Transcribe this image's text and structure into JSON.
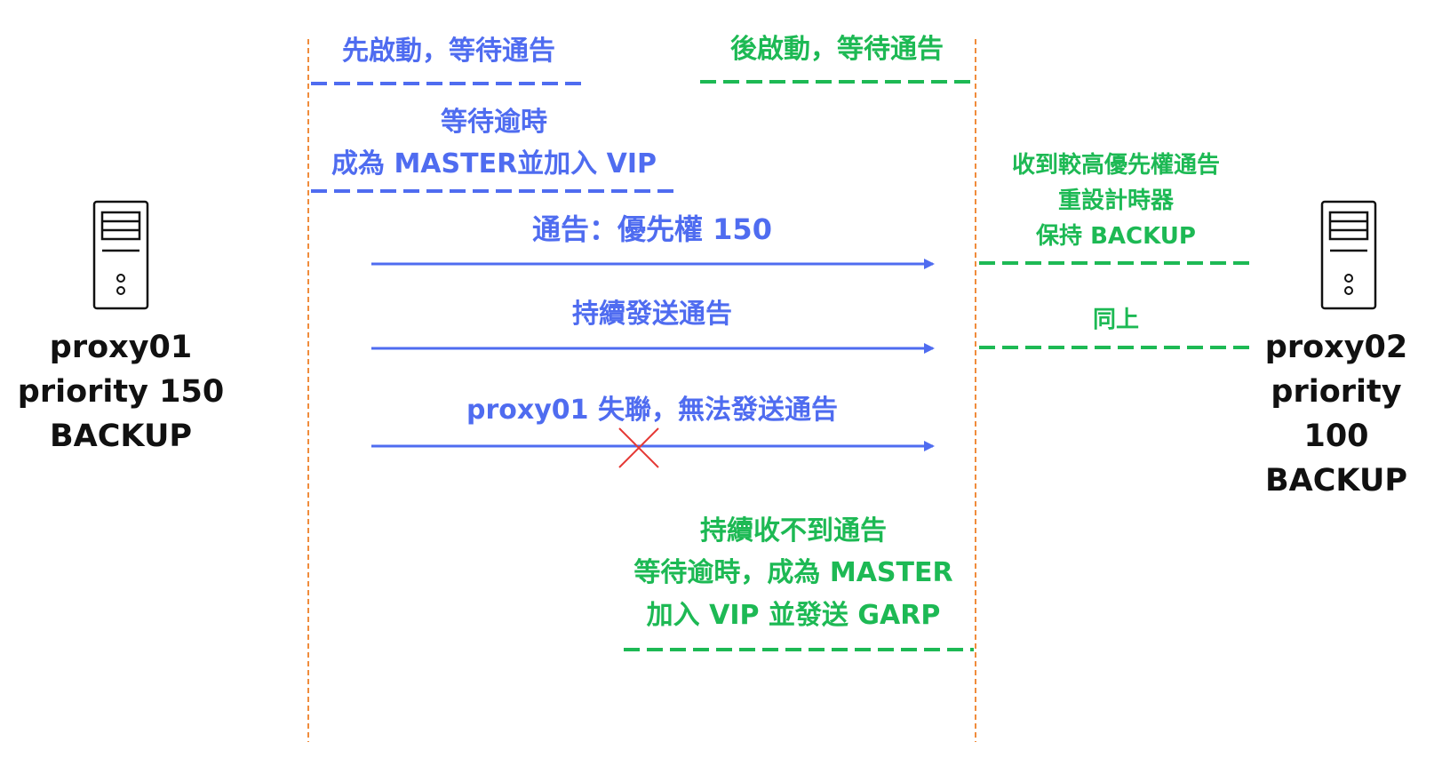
{
  "colors": {
    "blue": "#4f6cf0",
    "green": "#1db954",
    "lifeline": "#f08c3c",
    "cross": "#e53935",
    "text": "#111111"
  },
  "nodes": {
    "left": {
      "icon": "server-icon",
      "name": "proxy01",
      "priority": "priority 150",
      "state": "BACKUP"
    },
    "right": {
      "icon": "server-icon",
      "name": "proxy02",
      "priority": "priority 100",
      "state": "BACKUP"
    }
  },
  "left_notes": {
    "startup": "先啟動，等待通告",
    "timeout_1": "等待逾時",
    "timeout_2": "成為 MASTER並加入 VIP"
  },
  "right_notes": {
    "startup": "後啟動，等待通告",
    "received_1": "收到較高優先權通告",
    "received_2": "重設計時器",
    "received_3": "保持 BACKUP",
    "same": "同上",
    "takeover_1": "持續收不到通告",
    "takeover_2": "等待逾時，成為 MASTER",
    "takeover_3": "加入 VIP 並發送 GARP"
  },
  "messages": [
    {
      "label": "通告：優先權 150",
      "lost": false
    },
    {
      "label": "持續發送通告",
      "lost": false
    },
    {
      "label": "proxy01 失聯，無法發送通告",
      "lost": true
    }
  ]
}
